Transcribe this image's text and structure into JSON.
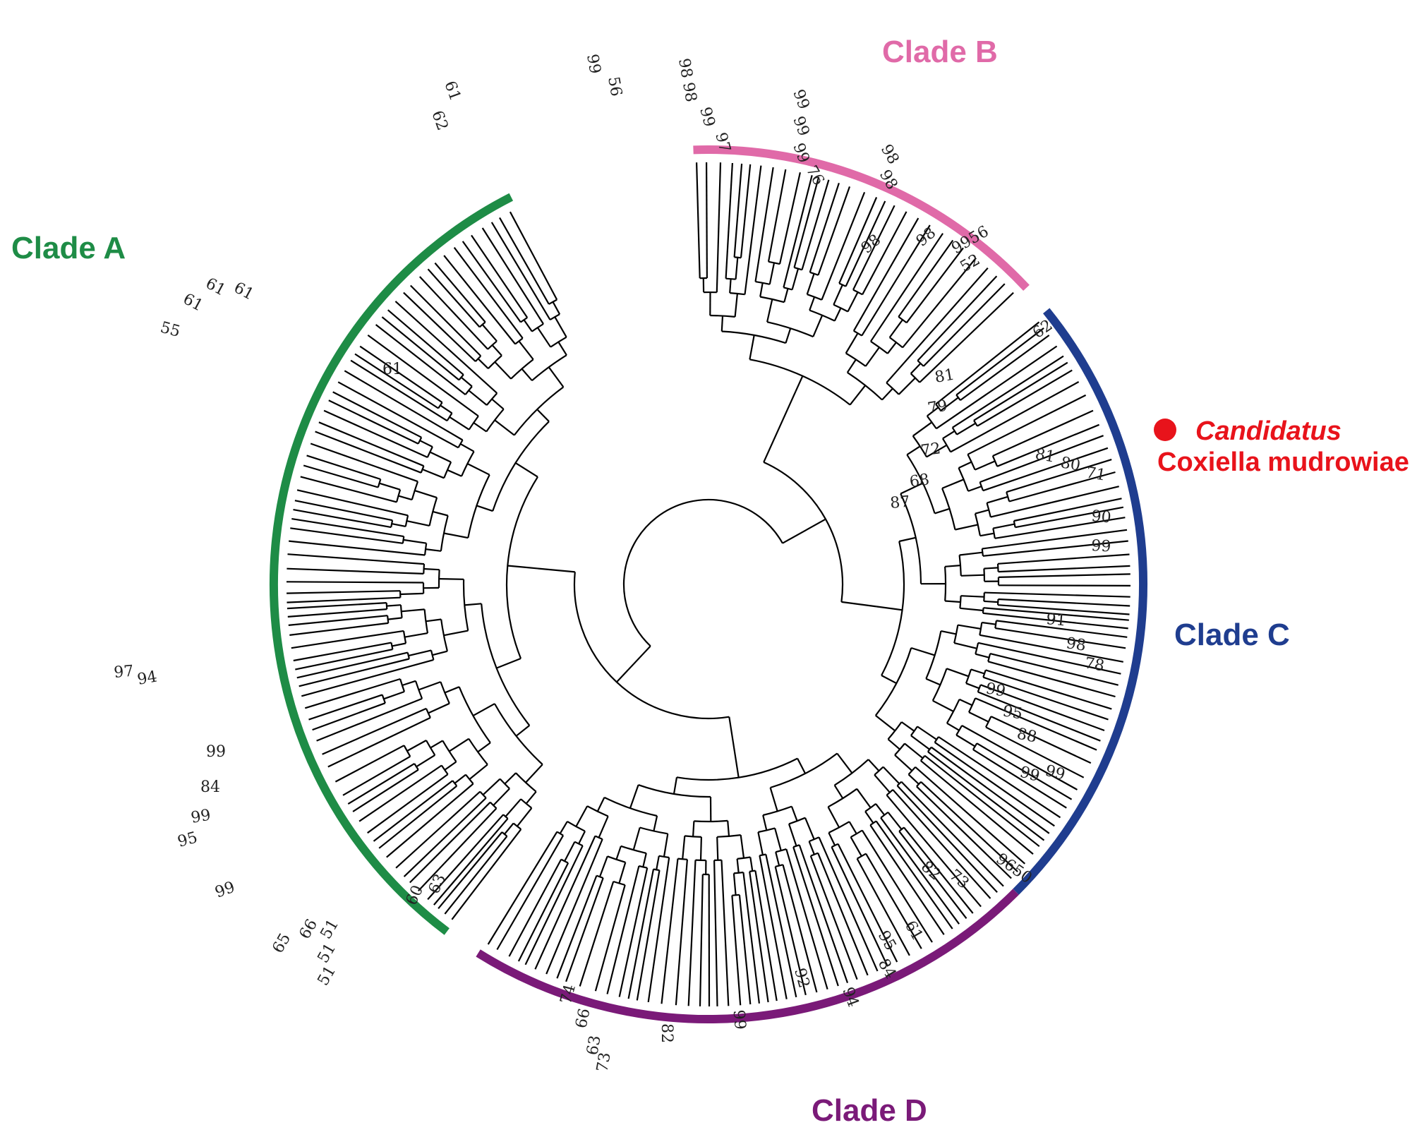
{
  "colors": {
    "clade_a": "#1e8c46",
    "clade_b": "#e06aa8",
    "clade_c": "#1f3d8f",
    "clade_d": "#7a1a78",
    "highlight": "#e8131b",
    "branch": "#000000"
  },
  "clades": [
    {
      "id": "a",
      "label": "Clade A"
    },
    {
      "id": "b",
      "label": "Clade B"
    },
    {
      "id": "c",
      "label": "Clade C"
    },
    {
      "id": "d",
      "label": "Clade D"
    }
  ],
  "highlight_taxon": {
    "genus": "Candidatus",
    "species": "Coxiella mudrowiae"
  },
  "bootstrap_values": [
    "61",
    "62",
    "61",
    "61",
    "61",
    "61",
    "55",
    "97",
    "94",
    "99",
    "84",
    "99",
    "95",
    "99",
    "99",
    "56",
    "98",
    "98",
    "99",
    "97",
    "99",
    "99",
    "99",
    "76",
    "98",
    "98",
    "98",
    "98",
    "9956",
    "52",
    "62",
    "81",
    "79",
    "72",
    "68",
    "87",
    "81",
    "80",
    "71",
    "90",
    "99",
    "91",
    "98",
    "78",
    "99",
    "95",
    "88",
    "99",
    "99",
    "9650",
    "73",
    "82",
    "61",
    "65",
    "66",
    "51",
    "51",
    "51",
    "60",
    "63",
    "74",
    "66",
    "63",
    "73",
    "82",
    "66",
    "92",
    "94",
    "95",
    "84"
  ]
}
